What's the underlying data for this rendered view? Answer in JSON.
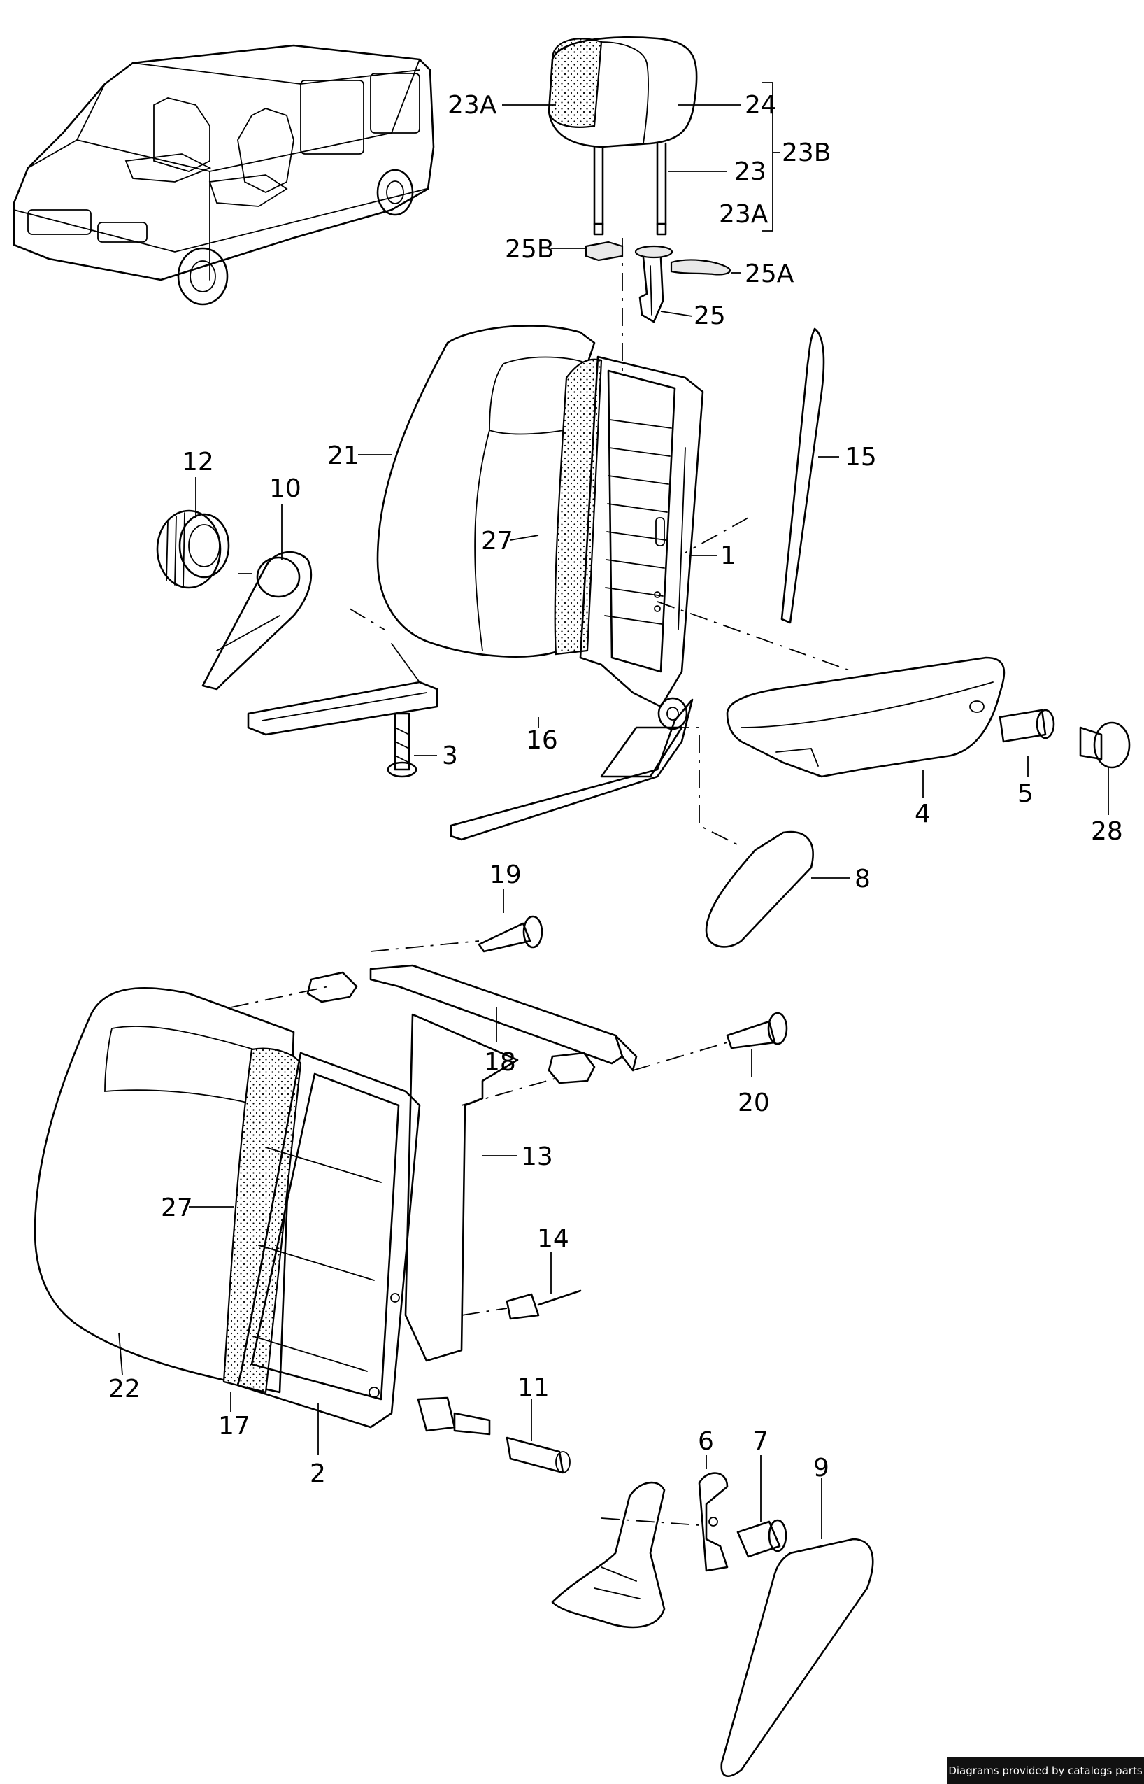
{
  "callouts": {
    "c23A_head": "23A",
    "c24": "24",
    "c23B": "23B",
    "c23": "23",
    "c23A_kit": "23A",
    "c25B": "25B",
    "c25A": "25A",
    "c25": "25",
    "c21": "21",
    "c15": "15",
    "c12": "12",
    "c10": "10",
    "c27_upper": "27",
    "c1": "1",
    "c16": "16",
    "c3": "3",
    "c5": "5",
    "c4": "4",
    "c28": "28",
    "c8": "8",
    "c19": "19",
    "c18": "18",
    "c20": "20",
    "c13": "13",
    "c27_lower": "27",
    "c14": "14",
    "c22": "22",
    "c17": "17",
    "c2": "2",
    "c11": "11",
    "c6": "6",
    "c7": "7",
    "c9": "9"
  },
  "footer": {
    "credit": "Diagrams provided by catalogs parts"
  }
}
